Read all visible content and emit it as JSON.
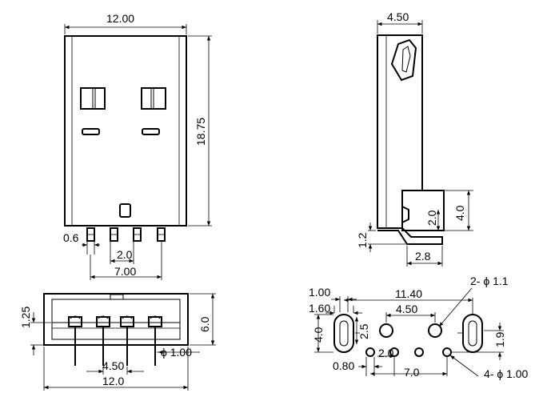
{
  "drawing": {
    "front_view": {
      "width_label": "12.00",
      "height_label": "18.75",
      "pin_width_label": "0.6",
      "pin_pitch_label": "2.0",
      "pin_span_label": "7.00"
    },
    "side_view": {
      "thickness_label": "4.50",
      "tab_height_label": "4.0",
      "tab_mid_label": "2.0",
      "foot_offset_label": "1.2",
      "foot_length_label": "2.8"
    },
    "end_view": {
      "height_label": "6.0",
      "top_offset_label": "1.25",
      "pin_dia_label": "ϕ 1.00",
      "pin_span_label": "4.50",
      "width_label": "12.0"
    },
    "pcb_layout": {
      "slot_width_label": "1.00",
      "slot_offset_label": "1.60",
      "slot_height_label": "4.0",
      "slot_inner_label": "2.5",
      "slot_spacing_label": "11.40",
      "hole_spacing_label": "4.50",
      "hole_callout_label": "2- ϕ 1.1",
      "pin_row_offset_label": "1.9",
      "pin_x_offset_label": "0.80",
      "pin_pitch_label": "2.0",
      "pin_span_label": "7.0",
      "pin_callout_label": "4- ϕ 1.00"
    }
  }
}
